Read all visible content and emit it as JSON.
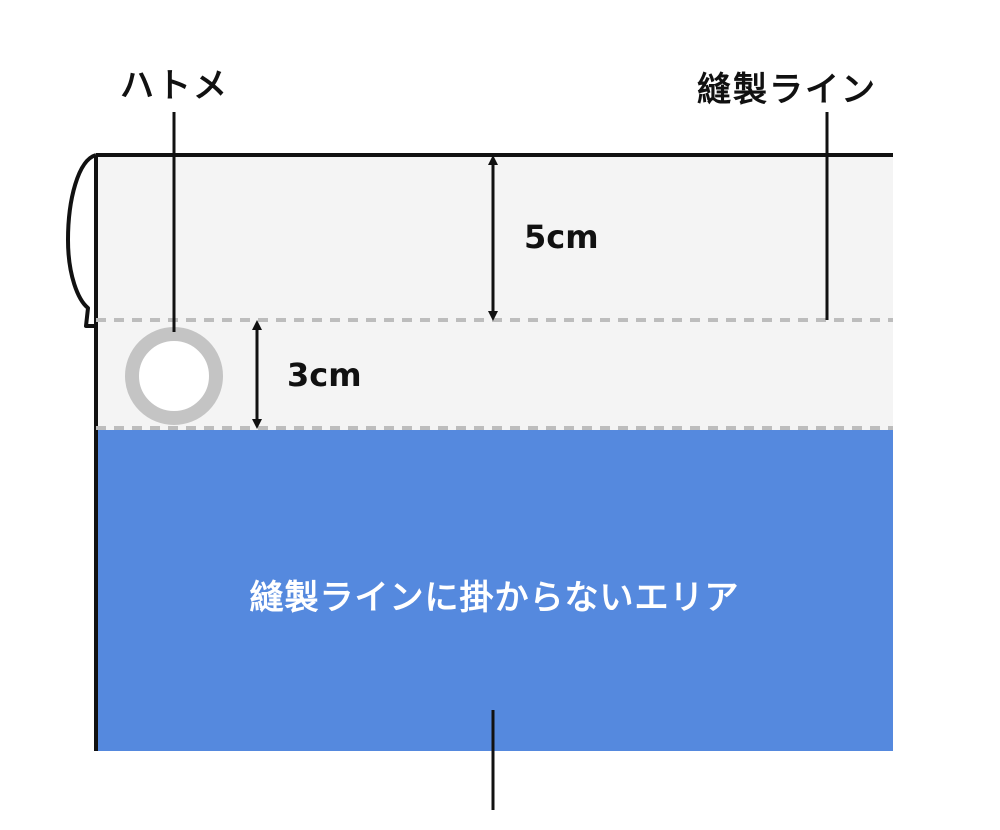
{
  "labels": {
    "grommet": "ハトメ",
    "seam_line": "縫製ライン",
    "top_margin": "5cm",
    "grommet_band": "3cm",
    "safe_area": "縫製ラインに掛からないエリア"
  },
  "colors": {
    "margin_area": "#f4f4f4",
    "safe_area": "#5589de",
    "grommet_ring": "#c4c4c4",
    "dashed_line": "#bdbdbd",
    "ink": "#111111",
    "safe_text": "#ffffff"
  }
}
